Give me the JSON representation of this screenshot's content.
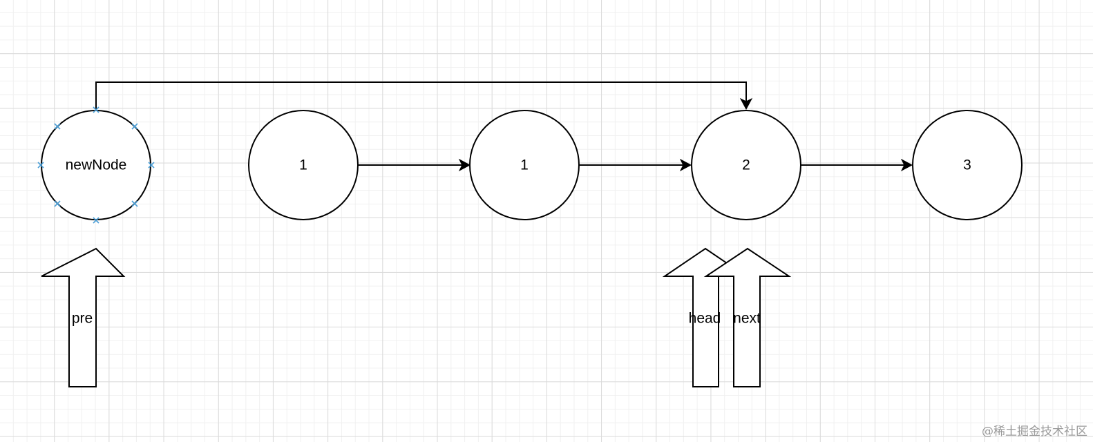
{
  "nodes": [
    {
      "id": "newnode",
      "label": "newNode",
      "selected": true
    },
    {
      "id": "n1",
      "label": "1",
      "selected": false
    },
    {
      "id": "n2",
      "label": "1",
      "selected": false
    },
    {
      "id": "n3",
      "label": "2",
      "selected": false
    },
    {
      "id": "n4",
      "label": "3",
      "selected": false
    }
  ],
  "edges": [
    {
      "from": "newnode",
      "to": "n3"
    },
    {
      "from": "n1",
      "to": "n2"
    },
    {
      "from": "n2",
      "to": "n3"
    },
    {
      "from": "n3",
      "to": "n4"
    }
  ],
  "pointers": [
    {
      "id": "pre",
      "label": "pre",
      "target": "newnode"
    },
    {
      "id": "head",
      "label": "head",
      "target": "n3"
    },
    {
      "id": "next",
      "label": "next",
      "target": "n3"
    }
  ],
  "watermark": "@稀土掘金技术社区",
  "colors": {
    "selection": "#4a9ed6",
    "stroke": "#000000",
    "grid": "#dadada"
  }
}
